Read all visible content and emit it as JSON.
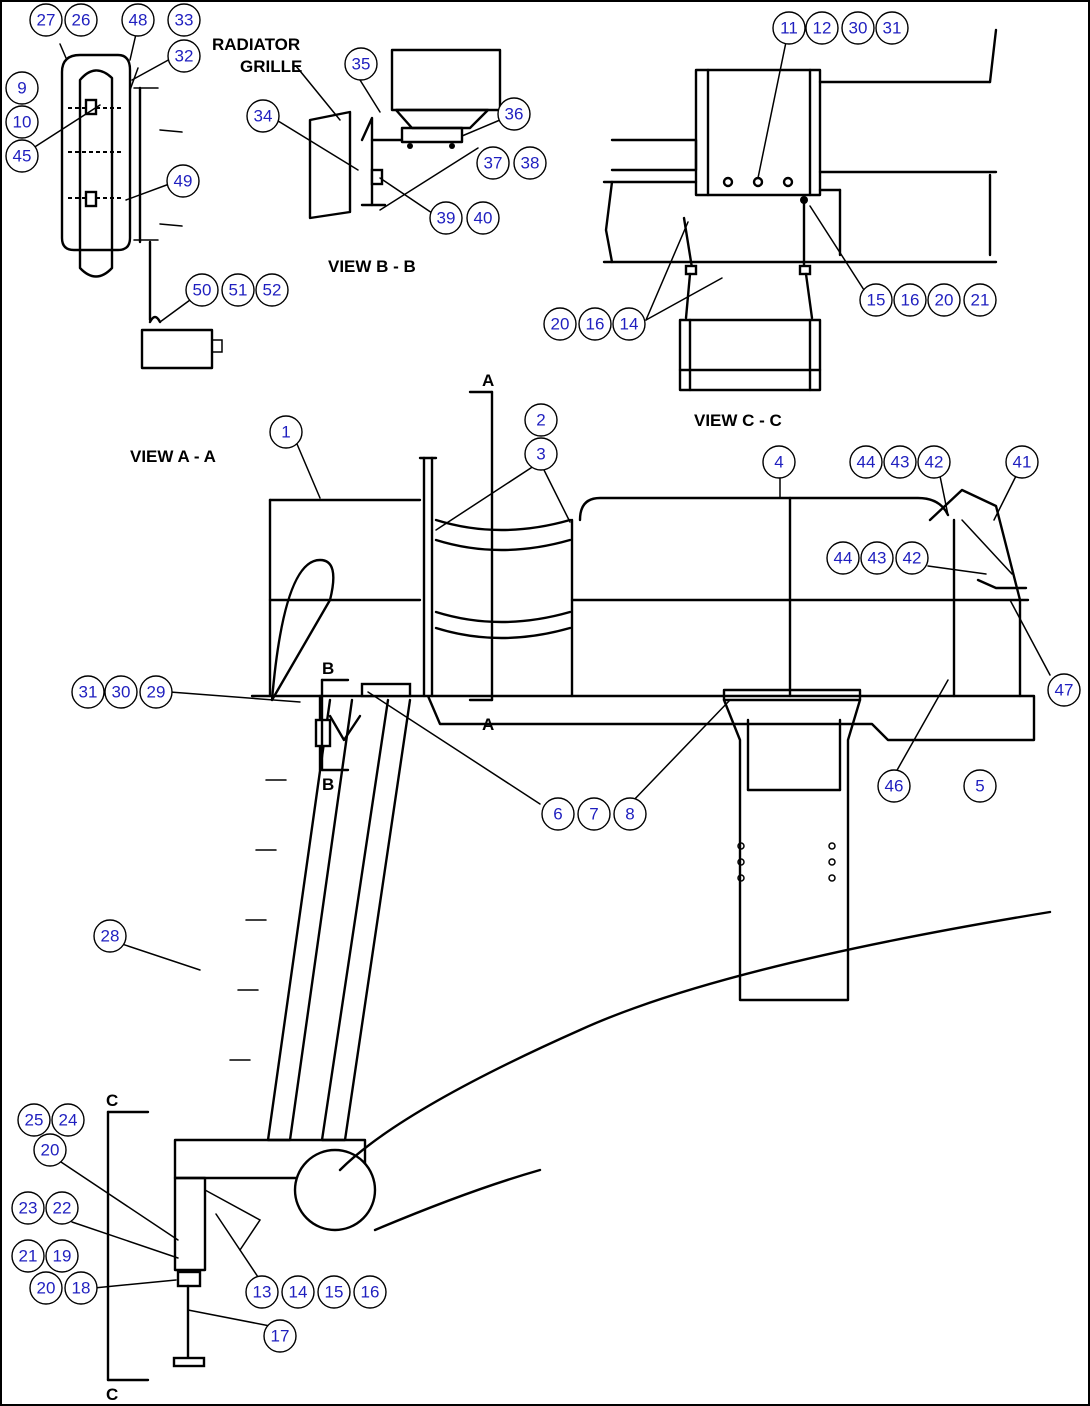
{
  "labels": {
    "radiator_grille_line1": "RADIATOR",
    "radiator_grille_line2": "GRILLE",
    "view_aa": "VIEW A - A",
    "view_bb": "VIEW B - B",
    "view_cc": "VIEW C - C",
    "sec_a": "A",
    "sec_b": "B",
    "sec_c": "C"
  },
  "callouts": [
    "27",
    "26",
    "48",
    "33",
    "32",
    "9",
    "10",
    "45",
    "49",
    "50",
    "51",
    "52",
    "35",
    "34",
    "36",
    "37",
    "38",
    "39",
    "40",
    "11",
    "12",
    "30",
    "31",
    "15",
    "16",
    "20",
    "21",
    "20",
    "16",
    "14",
    "2",
    "3",
    "1",
    "4",
    "44",
    "43",
    "42",
    "41",
    "44",
    "43",
    "42",
    "47",
    "31",
    "30",
    "29",
    "6",
    "7",
    "8",
    "46",
    "5",
    "28",
    "25",
    "24",
    "20",
    "23",
    "22",
    "21",
    "19",
    "20",
    "18",
    "13",
    "14",
    "15",
    "16",
    "17"
  ],
  "colors": {
    "callout_text": "#1f1fbf",
    "line": "#000000",
    "background": "#ffffff"
  }
}
